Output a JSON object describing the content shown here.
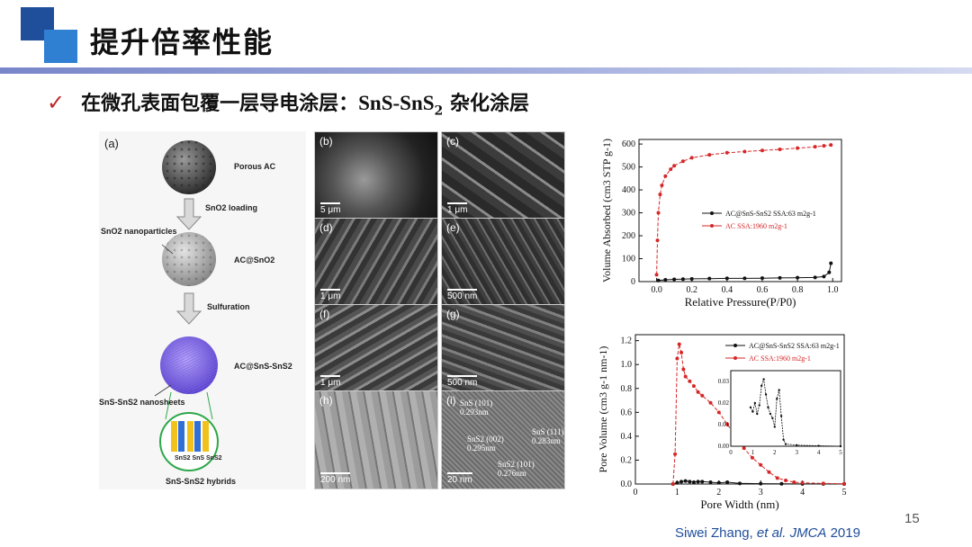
{
  "slide": {
    "title": "提升倍率性能",
    "bullet_part1": "在微孔表面包覆一层导电涂层：",
    "bullet_formula_main": "SnS-SnS",
    "bullet_formula_sub": "2",
    "bullet_part2": " 杂化涂层",
    "page_number": "15",
    "citation_authors": "Siwei Zhang, ",
    "citation_etal": "et al. JMCA",
    "citation_year": " 2019"
  },
  "scheme": {
    "panel_label": "(a)",
    "porous_ac": "Porous AC",
    "sno2_loading": "SnO2 loading",
    "sno2_nanoparticles": "SnO2 nanoparticles",
    "ac_sno2": "AC@SnO2",
    "sulfuration": "Sulfuration",
    "ac_sns_sns2": "AC@SnS-SnS2",
    "sns_nanosheets": "SnS-SnS2 nanosheets",
    "hybrid_sheets": "SnS2 SnS SnS2",
    "hybrids": "SnS-SnS2 hybrids",
    "colors": {
      "sphere": "#555555",
      "hybrid": "#7b5ce0",
      "sheet_blue": "#2f6fd6",
      "sheet_yellow": "#f2c21c",
      "ring": "#2ea84a"
    }
  },
  "micrographs": [
    {
      "label": "(b)",
      "scale": "5 μm"
    },
    {
      "label": "(c)",
      "scale": "1 μm"
    },
    {
      "label": "(d)",
      "scale": "1 μm"
    },
    {
      "label": "(e)",
      "scale": "500 nm"
    },
    {
      "label": "(f)",
      "scale": "1 μm"
    },
    {
      "label": "(g)",
      "scale": "500 nm"
    },
    {
      "label": "(h)",
      "scale": "200 nm"
    },
    {
      "label": "(i)",
      "scale": "20 nm"
    }
  ],
  "hrtem_annotations": {
    "a1": "SnS (101)",
    "a1v": "0.293nm",
    "a2": "SnS2 (002)",
    "a2v": "0.295nm",
    "a3": "SnS (111)",
    "a3v": "0.283nm",
    "a4": "SnS2 (101)",
    "a4v": "0.276nm"
  },
  "chart_data": [
    {
      "type": "line",
      "xlabel": "Relative Pressure(P/P0)",
      "ylabel": "Volume Absorbed (cm3 STP g-1)",
      "xlim": [
        -0.1,
        1.05
      ],
      "ylim": [
        0,
        620
      ],
      "xticks": [
        "0.0",
        "0.2",
        "0.4",
        "0.6",
        "0.8",
        "1.0"
      ],
      "yticks": [
        "0",
        "100",
        "200",
        "300",
        "400",
        "500",
        "600"
      ],
      "legend_position": "center-right",
      "series": [
        {
          "name": "AC@SnS-SnS2 SSA:63 m2g-1",
          "color": "#111111",
          "x": [
            0.01,
            0.05,
            0.1,
            0.15,
            0.2,
            0.3,
            0.4,
            0.5,
            0.6,
            0.7,
            0.8,
            0.9,
            0.95,
            0.98,
            0.99
          ],
          "y": [
            5,
            8,
            10,
            11,
            12,
            13,
            14,
            14,
            15,
            16,
            17,
            18,
            22,
            40,
            80
          ]
        },
        {
          "name": "AC SSA:1960 m2g-1",
          "color": "#d62728",
          "x": [
            0.0,
            0.005,
            0.01,
            0.02,
            0.03,
            0.05,
            0.08,
            0.1,
            0.15,
            0.2,
            0.3,
            0.4,
            0.5,
            0.6,
            0.7,
            0.8,
            0.9,
            0.95,
            0.99
          ],
          "y": [
            30,
            180,
            300,
            380,
            420,
            460,
            490,
            505,
            525,
            540,
            553,
            562,
            567,
            572,
            577,
            582,
            588,
            592,
            596
          ]
        }
      ]
    },
    {
      "type": "line",
      "xlabel": "Pore Width (nm)",
      "ylabel": "Pore Volume (cm3 g-1 nm-1)",
      "xlim": [
        0,
        5
      ],
      "ylim": [
        0,
        1.25
      ],
      "xticks": [
        "0",
        "1",
        "2",
        "3",
        "4",
        "5"
      ],
      "yticks": [
        "0.0",
        "0.2",
        "0.4",
        "0.6",
        "0.8",
        "1.0",
        "1.2"
      ],
      "legend_position": "top-right",
      "series": [
        {
          "name": "AC@SnS-SnS2 SSA:63 m2g-1",
          "color": "#111111",
          "x": [
            0.9,
            1.0,
            1.1,
            1.2,
            1.3,
            1.4,
            1.5,
            1.6,
            1.8,
            2.0,
            2.2,
            2.5,
            3.0,
            3.5,
            4.0,
            4.5,
            5.0
          ],
          "y": [
            0.0,
            0.01,
            0.02,
            0.025,
            0.02,
            0.015,
            0.02,
            0.02,
            0.015,
            0.01,
            0.015,
            0.005,
            0.003,
            0.002,
            0.001,
            0.001,
            0.0
          ]
        },
        {
          "name": "AC SSA:1960 m2g-1",
          "color": "#d62728",
          "x": [
            0.9,
            0.95,
            1.0,
            1.05,
            1.1,
            1.15,
            1.2,
            1.3,
            1.4,
            1.5,
            1.6,
            1.8,
            2.0,
            2.2,
            2.4,
            2.6,
            2.8,
            3.0,
            3.2,
            3.4,
            3.6,
            3.8,
            4.0,
            4.5,
            5.0
          ],
          "y": [
            0.0,
            0.25,
            1.05,
            1.17,
            1.1,
            0.96,
            0.9,
            0.86,
            0.82,
            0.77,
            0.74,
            0.68,
            0.6,
            0.5,
            0.4,
            0.3,
            0.22,
            0.16,
            0.1,
            0.05,
            0.03,
            0.015,
            0.01,
            0.005,
            0.002
          ]
        }
      ],
      "inset": {
        "xlim": [
          0,
          5
        ],
        "ylim": [
          0,
          0.035
        ],
        "xticks": [
          "0",
          "1",
          "2",
          "3",
          "4",
          "5"
        ],
        "yticks": [
          "0.00",
          "0.01",
          "0.02",
          "0.03"
        ],
        "x": [
          0.9,
          1.0,
          1.1,
          1.2,
          1.3,
          1.4,
          1.5,
          1.6,
          1.7,
          1.8,
          1.9,
          2.0,
          2.1,
          2.2,
          2.3,
          2.4,
          2.5,
          3.0,
          4.0,
          5.0
        ],
        "y": [
          0.018,
          0.016,
          0.02,
          0.015,
          0.019,
          0.028,
          0.031,
          0.024,
          0.018,
          0.015,
          0.013,
          0.009,
          0.022,
          0.026,
          0.014,
          0.003,
          0.001,
          0.0005,
          0.0002,
          0.0
        ]
      }
    }
  ]
}
